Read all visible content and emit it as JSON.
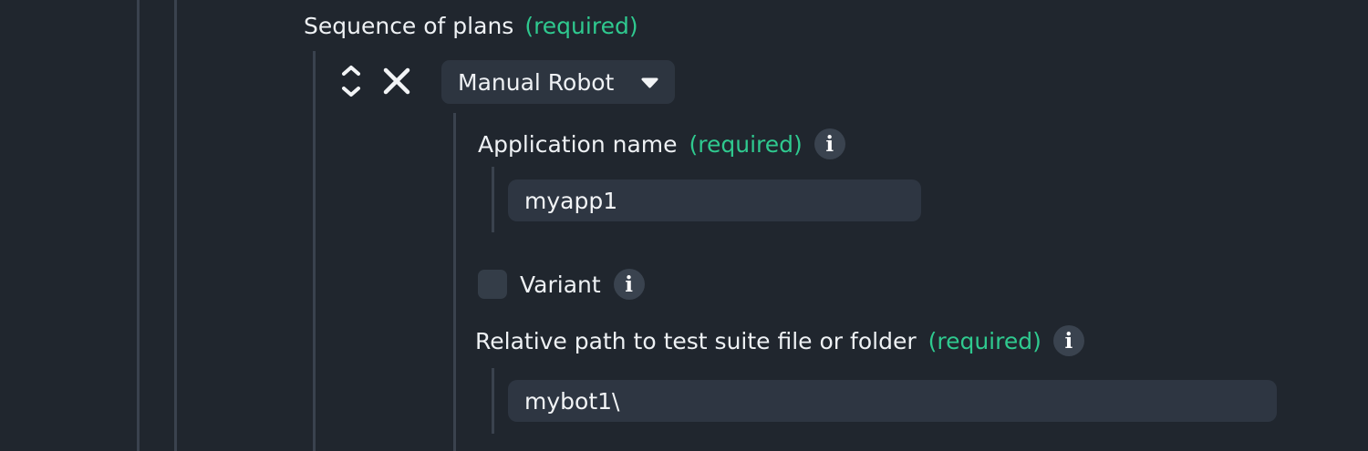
{
  "colors": {
    "background": "#20262e",
    "guide_line": "#3a424e",
    "text": "#eef1f4",
    "required_green": "#2fc98f",
    "control_bg": "#2d3540",
    "input_bg": "#2e3642",
    "checkbox_bg": "#343d48",
    "info_bg": "#3a434f",
    "icon_white": "#f2f4f6"
  },
  "heading": {
    "text": "Sequence of plans",
    "required": "(required)"
  },
  "plan": {
    "selector": {
      "label": "Manual Robot"
    },
    "fields": {
      "application_name": {
        "label": "Application name",
        "required": "(required)",
        "value": "myapp1"
      },
      "variant": {
        "label": "Variant",
        "checked": false
      },
      "relative_path": {
        "label": "Relative path to test suite file or folder",
        "required": "(required)",
        "value": "mybot1\\"
      }
    }
  },
  "icons": {
    "reorder": "up-down-chevrons",
    "remove": "x-cross",
    "dropdown": "caret-down",
    "info_glyph": "i"
  }
}
